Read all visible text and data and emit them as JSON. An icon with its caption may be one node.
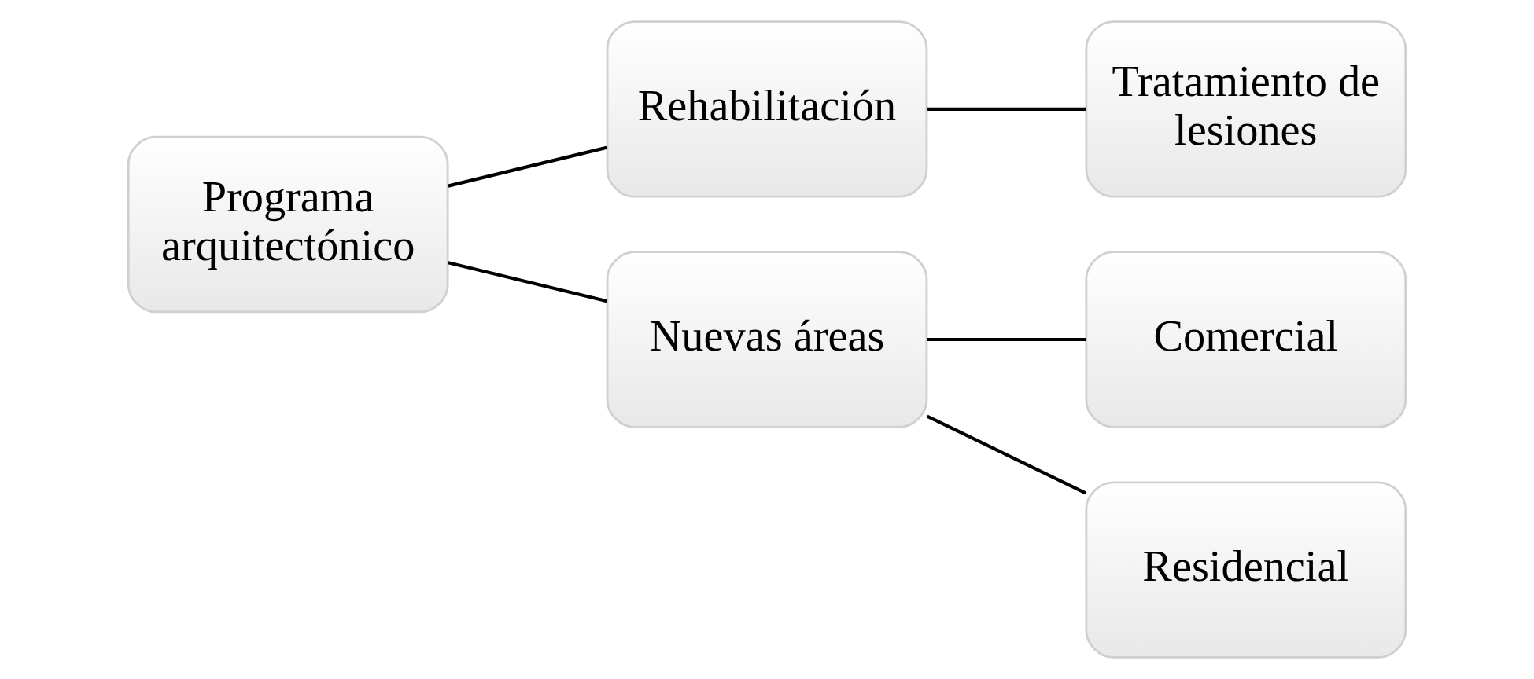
{
  "diagram": {
    "nodes": [
      {
        "text": [
          "Programa arquitectónico"
        ]
      },
      {
        "text": [
          "Rehabilitación"
        ]
      },
      {
        "text": [
          "Tratamiento de lesiones"
        ]
      },
      {
        "text": [
          "Nuevas áreas"
        ]
      },
      {
        "text": [
          "Comercial"
        ]
      },
      {
        "text": [
          "Residencial"
        ]
      }
    ],
    "edges": [
      {
        "from": 0,
        "to": 1,
        "arrow": "none"
      },
      {
        "from": 0,
        "to": 3,
        "arrow": "none"
      },
      {
        "from": 1,
        "to": 2,
        "arrow": "none"
      },
      {
        "from": 3,
        "to": 4,
        "arrow": "none"
      },
      {
        "from": 3,
        "to": 5,
        "arrow": "none"
      }
    ]
  }
}
